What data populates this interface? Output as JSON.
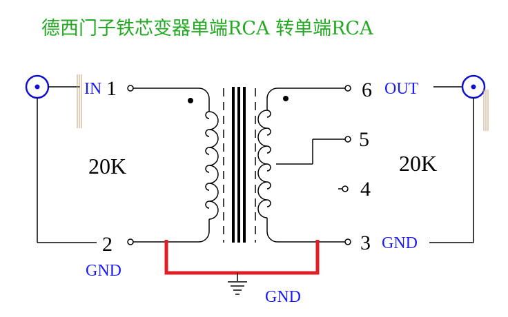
{
  "title": "德西门子铁芯变器单端RCA 转单端RCA",
  "colors": {
    "title": "#22aa22",
    "label_blue": "#1a1aff",
    "wire": "#000000",
    "ground_bar": "#e01e26",
    "connector": "#1010d0",
    "shield": "#c8a070"
  },
  "primary": {
    "in_label": "IN",
    "pin_top": "1",
    "pin_bottom": "2",
    "impedance": "20K",
    "gnd_label": "GND"
  },
  "secondary": {
    "out_label": "OUT",
    "pin_6": "6",
    "pin_5": "5",
    "pin_4": "4",
    "pin_3": "3",
    "impedance": "20K",
    "gnd_label": "GND"
  },
  "ground": {
    "label": "GND"
  }
}
